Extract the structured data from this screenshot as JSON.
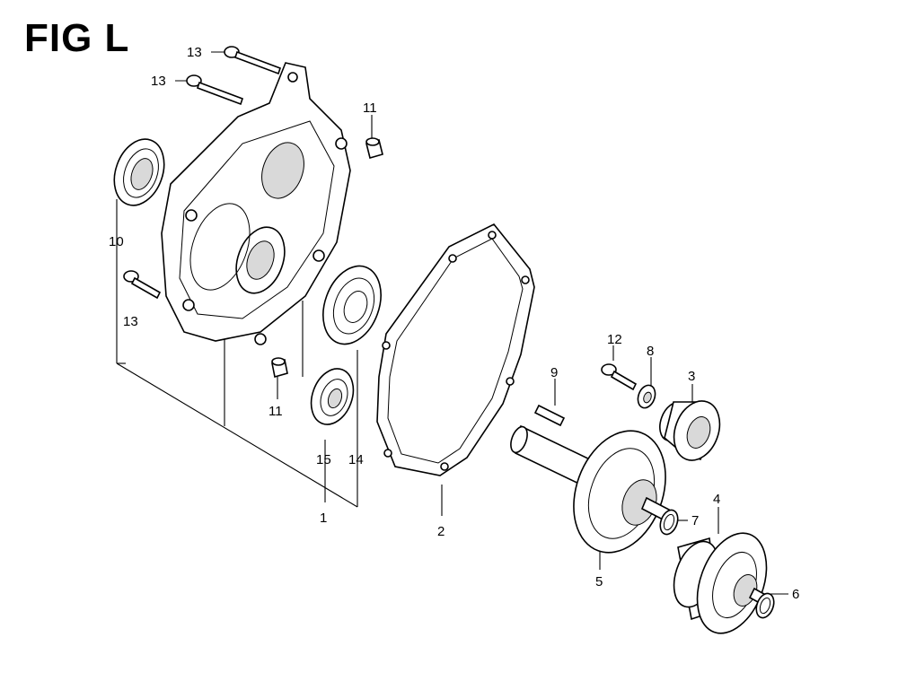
{
  "title": "FIG L",
  "callouts": {
    "c1": "1",
    "c2": "2",
    "c3": "3",
    "c4": "4",
    "c5": "5",
    "c6": "6",
    "c7": "7",
    "c8": "8",
    "c9": "9",
    "c10": "10",
    "c11a": "11",
    "c11b": "11",
    "c12": "12",
    "c13a": "13",
    "c13b": "13",
    "c13c": "13",
    "c14": "14",
    "c15": "15"
  }
}
